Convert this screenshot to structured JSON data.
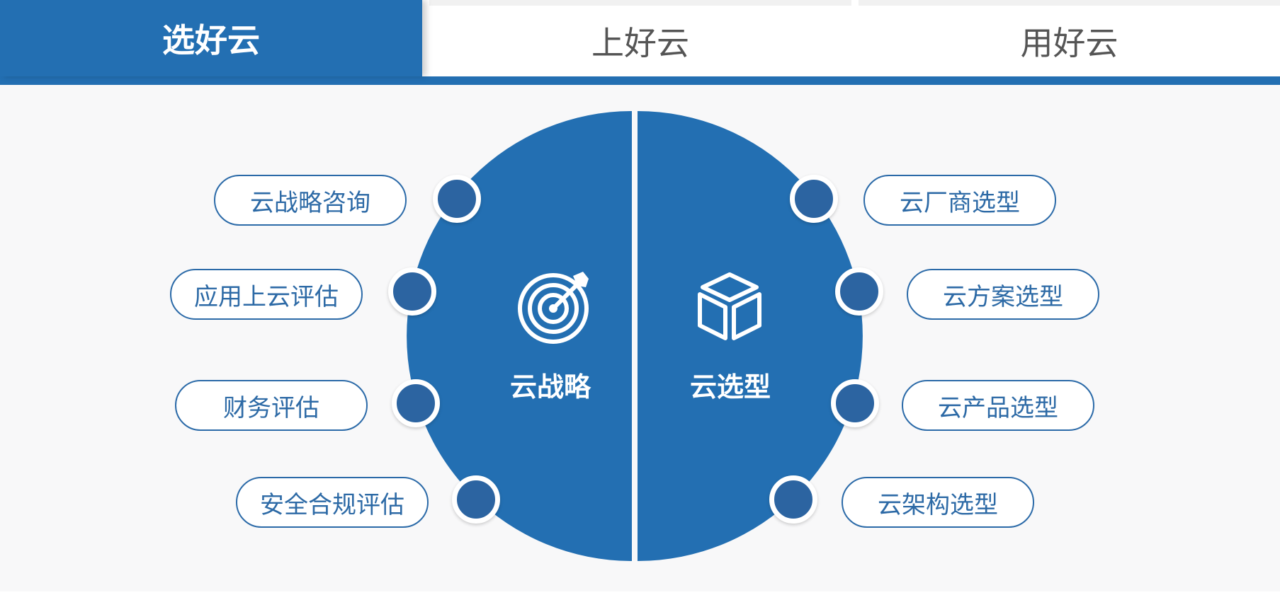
{
  "tabs": [
    {
      "label": "选好云",
      "active": true
    },
    {
      "label": "上好云",
      "active": false
    },
    {
      "label": "用好云",
      "active": false
    }
  ],
  "diagram": {
    "left_half": {
      "title": "云战略",
      "icon": "target-arrow-icon",
      "items": [
        "云战略咨询",
        "应用上云评估",
        "财务评估",
        "安全合规评估"
      ]
    },
    "right_half": {
      "title": "云选型",
      "icon": "cube-icon",
      "items": [
        "云厂商选型",
        "云方案选型",
        "云产品选型",
        "云架构选型"
      ]
    }
  },
  "colors": {
    "primary": "#236fb2",
    "dot": "#2c64a1",
    "pill_border": "#2b6aa8",
    "pill_text": "#2d6aa6",
    "inactive_tab_text": "#555555",
    "background": "#f8f8f9"
  }
}
